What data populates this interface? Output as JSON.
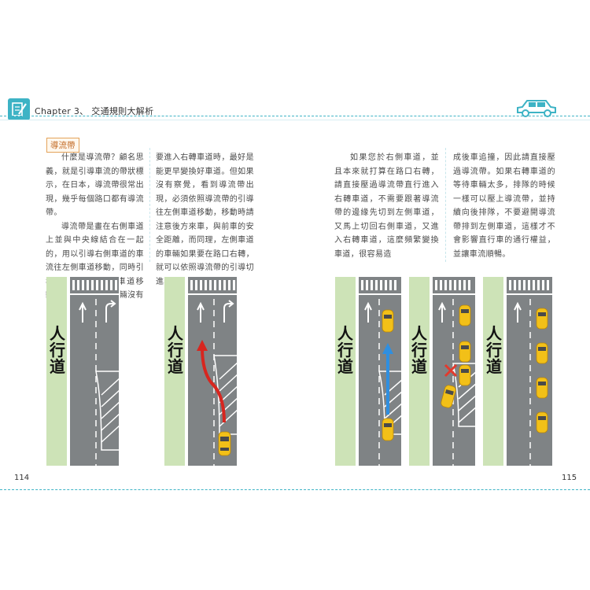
{
  "header": {
    "chapter_title": "Chapter 3、 交通規則大解析",
    "icons": [
      "note-pencil-icon",
      "car-icon"
    ]
  },
  "section_title": "導流帶",
  "left_page": {
    "col1": [
      "什麼是導流帶？顧名思義，就是引導車流的帶狀標示，在日本，導流帶很常出現，幾乎每個路口都有導流帶。",
      "導流帶是畫在右側車道上並與中央線結合在一起的，用以引導右側車道的車流往左側車道移動，同時引導左側車流往右側車道移動。當右側車道的車輛沒有"
    ],
    "col2": [
      "要進入右轉車道時，最好是能更早變換好車道。但如果沒有察覺，看到導流帶出現，必須依照導流帶的引導往左側車道移動，移動時請注意後方來車，與前車的安全距離，而同理，左側車道的車輛如果要在路口右轉，就可以依照導流帶的引導切進右轉車道。"
    ],
    "page_number": "114"
  },
  "right_page": {
    "col1": [
      "如果您於右側車道，並且本來就打算在路口右轉，請直接壓過導流帶直行進入右轉車道，不需要跟著導流帶的邊緣先切到左側車道，又馬上切回右側車道，又進入右轉車道，這麼頻繁變換車道，很容易造"
    ],
    "col2": [
      "成後車追撞，因此請直接壓過導流帶。如果右轉車道的等待車輛太多，排隊的時候一樣可以壓上導流帶，並持續向後排隊，不要避開導流帶排到左側車道，這樣才不會影響直行車的通行權益，並讓車流順暢。"
    ],
    "page_number": "115"
  },
  "diagrams": {
    "sidewalk_label": "人行道",
    "colors": {
      "road": "#7f8385",
      "sidewalk": "#cde3b7",
      "taxi": "#f2c018",
      "red_arrow": "#d7261f",
      "blue_arrow": "#2f8fe0",
      "cross": "#e23a2e"
    }
  },
  "accent_color": "#3fb4c6"
}
